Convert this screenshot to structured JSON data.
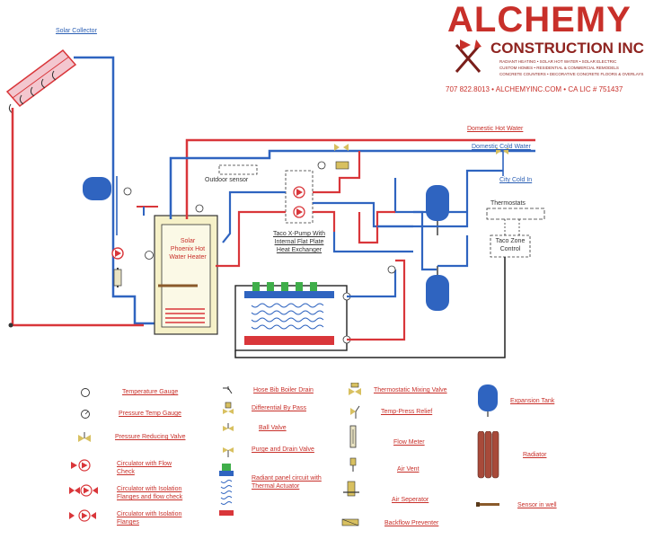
{
  "colors": {
    "hot": "#d9363a",
    "cold": "#2f64c0",
    "brand": "#c8302a",
    "tank_fill": "#f6f1c8",
    "line": "#2a2a2a"
  },
  "brand": {
    "title": "ALCHEMY",
    "subtitle": "CONSTRUCTION INC.",
    "services_1": "RADIANT HEATING • SOLAR HOT WATER • SOLAR ELECTRIC",
    "services_2": "CUSTOM HOMES • RESIDENTIAL & COMMERCIAL REMODELS",
    "services_3": "CONCRETE COUNTERS • DECORATIVE CONCRETE FLOORS & OVERLAYS",
    "contact": "707 822.8013 • ALCHEMYINC.COM • CA LIC # 751437"
  },
  "labels": {
    "solar_collector": "Solar Collector",
    "domestic_hot_water": "Domestic Hot Water",
    "domestic_cold_water": "Domestic Cold Water",
    "city_cold_in": "City Cold In",
    "outdoor_sensor": "Outdoor sensor",
    "thermostats": "Thermostats",
    "solar_phoenix": "Solar Phoenix Hot Water Heater",
    "taco_xpump": "Taco X-Pump With Internal Flat Plate Heat Exchanger",
    "taco_zone_control": "Taco Zone Control"
  },
  "legend": [
    {
      "icon": "temperature-gauge-icon",
      "label": "Temperature Gauge"
    },
    {
      "icon": "pressure-temp-gauge-icon",
      "label": "Pressure Temp Gauge"
    },
    {
      "icon": "pressure-reducing-valve-icon",
      "label": "Pressure Reducing Valve"
    },
    {
      "icon": "circulator-flow-check-icon",
      "label": "Circulator with Flow Check"
    },
    {
      "icon": "circulator-isolation-flow-check-icon",
      "label": "Circulator with Isolation Flanges and flow check"
    },
    {
      "icon": "circulator-isolation-icon",
      "label": "Circulator with Isolation Flanges"
    },
    {
      "icon": "hose-bib-boiler-drain-icon",
      "label": "Hose Bib Boiler Drain"
    },
    {
      "icon": "differential-bypass-icon",
      "label": "Differential By Pass"
    },
    {
      "icon": "ball-valve-icon",
      "label": "Ball Valve"
    },
    {
      "icon": "purge-drain-valve-icon",
      "label": "Purge and Drain Valve"
    },
    {
      "icon": "radiant-panel-circuit-icon",
      "label": "Radiant panel circuit with Thermal Actuator"
    },
    {
      "icon": "thermostatic-mixing-valve-icon",
      "label": "Thermostatic Mixing Valve"
    },
    {
      "icon": "temp-press-relief-icon",
      "label": "Temp-Press Relief"
    },
    {
      "icon": "flow-meter-icon",
      "label": "Flow Meter"
    },
    {
      "icon": "air-vent-icon",
      "label": "Air Vent"
    },
    {
      "icon": "air-separator-icon",
      "label": "Air Seperator"
    },
    {
      "icon": "backflow-preventer-icon",
      "label": "Backflow Preventer"
    },
    {
      "icon": "expansion-tank-icon",
      "label": "Expansion Tank"
    },
    {
      "icon": "radiator-icon",
      "label": "Radiator"
    },
    {
      "icon": "sensor-in-well-icon",
      "label": "Sensor in well"
    }
  ]
}
